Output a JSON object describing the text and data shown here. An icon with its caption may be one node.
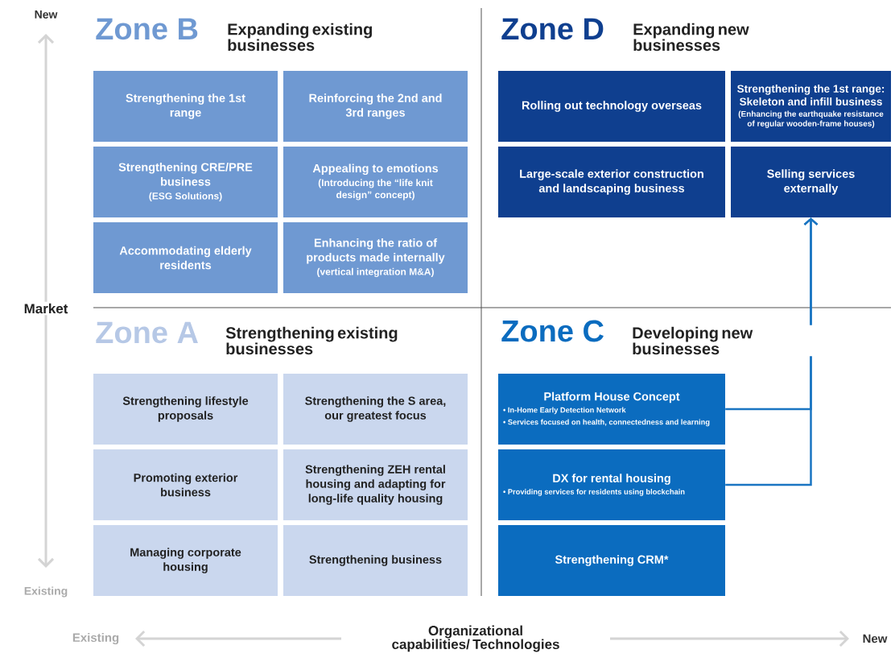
{
  "diagram": {
    "nodes": [
      {
        "text": [
          "Strengthening the 1st range"
        ]
      },
      {
        "text": [
          "Reinforcing the 2nd and 3rd ranges"
        ]
      },
      {
        "text": [
          "Strengthening CRE/PRE business",
          "(ESG Solutions)"
        ]
      },
      {
        "text": [
          "Appealing to emotions",
          "(Introducing the “life knit design” concept)"
        ]
      },
      {
        "text": [
          "Accommodating elderly residents"
        ]
      },
      {
        "text": [
          "Enhancing the ratio of products made internally",
          "(vertical integration M&A)"
        ]
      },
      {
        "text": [
          "Rolling out technology overseas"
        ]
      },
      {
        "text": [
          "Strengthening the 1st range: Skeleton and infill business",
          "(Enhancing the earthquake resistance of regular wooden-frame houses)"
        ]
      },
      {
        "text": [
          "Large-scale exterior construction and landscaping business"
        ]
      },
      {
        "text": [
          "Selling services externally"
        ]
      },
      {
        "text": [
          "Strengthening lifestyle proposals"
        ]
      },
      {
        "text": [
          "Strengthening the S area, our greatest focus"
        ]
      },
      {
        "text": [
          "Promoting exterior business"
        ]
      },
      {
        "text": [
          "Strengthening ZEH rental housing and adapting for long-life quality housing"
        ]
      },
      {
        "text": [
          "Managing corporate housing"
        ]
      },
      {
        "text": [
          "Strengthening business"
        ]
      },
      {
        "text": [
          "Platform House Concept",
          "• In-Home Early Detection Network",
          "• Services focused on health, connectedness and learning"
        ]
      },
      {
        "text": [
          "DX for rental housing",
          "• Providing services for residents using blockchain"
        ]
      },
      {
        "text": [
          "Strengthening CRM*"
        ]
      }
    ],
    "edges": [
      {
        "from": 16,
        "to": 9,
        "arrow": "to",
        "color": "#1a75c2"
      },
      {
        "from": 17,
        "to": 9,
        "arrow": "to",
        "color": "#1a75c2"
      }
    ],
    "labels": [
      "New",
      "Zone B",
      "Expanding existing businesses",
      "Zone D",
      "Expanding new businesses",
      "Market",
      "Zone A",
      "Strengthening existing businesses",
      "Zone C",
      "Developing new businesses",
      "Existing",
      "Existing",
      "Organizational capabilities/ Technologies",
      "New"
    ]
  }
}
